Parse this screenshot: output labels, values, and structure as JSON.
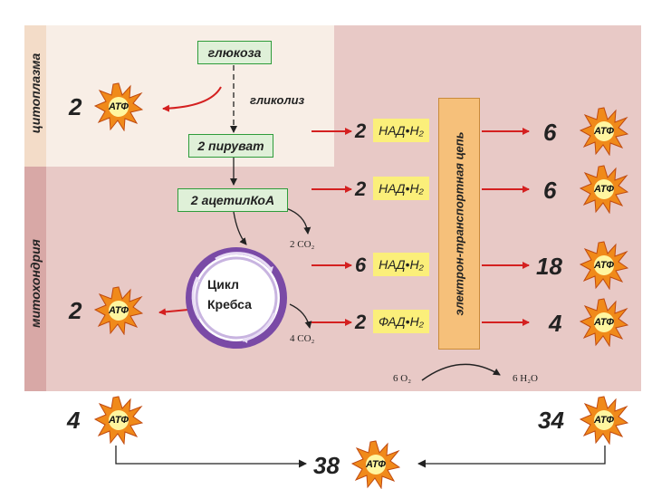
{
  "zones": {
    "cytoplasm": "цитоплазма",
    "mitochondria": "митохондрия"
  },
  "boxes": {
    "glucose": "глюкоза",
    "pyruvate": "2 пируват",
    "acetyl": "2 ацетилКоА"
  },
  "glycolysis": "гликолиз",
  "krebs": {
    "line1": "Цикл",
    "line2": "Кребса"
  },
  "co2_top": "2 CO₂",
  "co2_bottom": "4 CO₂",
  "carriers": [
    {
      "count": "2",
      "label": "НАД•Н₂"
    },
    {
      "count": "2",
      "label": "НАД•Н₂"
    },
    {
      "count": "6",
      "label": "НАД•Н₂"
    },
    {
      "count": "2",
      "label": "ФАД•Н₂"
    }
  ],
  "etc_label": "электрон-транспортная цепь",
  "atp_label": "АТФ",
  "atp_outputs": [
    "6",
    "6",
    "18",
    "4"
  ],
  "glycolysis_atp": "2",
  "krebs_atp": "2",
  "oxygen": {
    "o2": "6 O₂",
    "h2o": "6 H₂O"
  },
  "totals": {
    "left": "4",
    "right": "34",
    "sum": "38"
  },
  "colors": {
    "arrow_red": "#d42020",
    "atp_star": "#f08a1a",
    "box_green": "#2e9c3a",
    "carrier_yellow": "#fbef7a",
    "etc_orange": "#f6c07a"
  }
}
